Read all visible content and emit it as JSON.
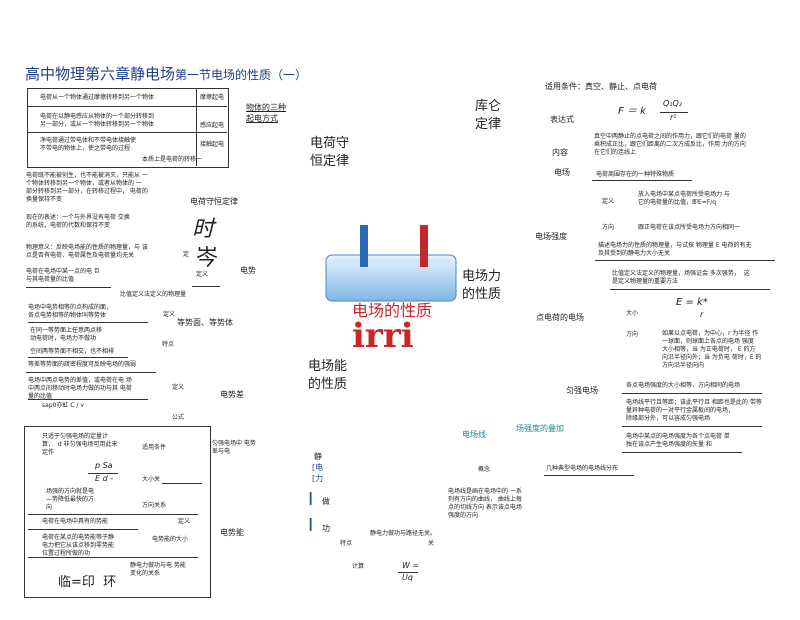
{
  "title": {
    "main": "高中物理第六章静电场",
    "sub": "第一节电场的性质（一）"
  },
  "top_left_box": {
    "rows": [
      {
        "text": "电荷从一个物体通过摩擦转移到另一个物体",
        "right": "摩擦起电"
      },
      {
        "text": "电荷在以静电感应从物体的一个部分转移到\n另一部分，或从一个物体转移到另一个物体",
        "right": "感应起电"
      },
      {
        "text": "净电荷通过带电体和不带电体接触使\n不带电的物体上，使之带电的过程",
        "right": "接触起电"
      }
    ],
    "footer": "本质上是电荷的转移一"
  },
  "ways_label": "物体的三种\n起电方式",
  "conservation_title": "电荷守\n恒定律",
  "conservation_text1": "电荷既不能被创生，也不能被消灭，只能从 一\n个物体转移到另一个物体，或者从物体的 一\n部分转移到另一部分，在转移过程中， 电荷的\n换量保持不变",
  "conservation_text2": "现在的表述：一个与外界没有电荷 交换\n的系统，电荷的代数和保持不变",
  "conservation_branch": "电荷守恒定律",
  "big_char1": "时",
  "big_char2": "岑",
  "potential_energy_text": "物理意义：反映电场能的性质的物理量，与 该\n点是否有电荷、电荷属性及电荷量均无关",
  "potential_def": "电荷在电场中某一点的电 巨\n与其电荷量的比值",
  "ding_label": "定",
  "ding_label2": "定义",
  "dianshi_label": "电势",
  "bizhi_def": "比值定义法定义的物理量",
  "equipotential_text1": "电场中电势相等的点构成的面，\n各点电势相等的物体叫等势体",
  "equipotential_label": "等势面、等势体",
  "equipotential_text2": "在同一等势面上任意两点移\n动电荷时，电场力不做功",
  "equipotential_text3": "空间两等势面不相交，也不相排",
  "equipotential_text4": "等差等势面的疏密程度可反映电场的强弱",
  "tedian": "特点",
  "tedian2": "特点",
  "ding_yi": "定义",
  "potential_diff_text": "电场中两点电势的差值，或电荷在电 场\n中两点间移动时电场力做的功与其 电荷\n量的比值",
  "formula_small": "sap0亦虹 C / v",
  "potential_diff_label": "电势差",
  "gongshi": "公式",
  "left_lower_box": {
    "line1": "只适于匀强电场的定量计\n算，  d 非匀强电场可用此来\n定作",
    "cond": "适用条件",
    "formula1": "p Sa",
    "formula2": "E d -",
    "size": "大小关",
    "line2": "场强的方向就是电\n—势降低最快的方\n向",
    "direction": "方向关系",
    "line3": "电荷在电场中具有的势能",
    "def": "定义",
    "line4": "电荷在某点的电势能等于静\n电力把它从该点移到零势能\n位置过程所做的功",
    "size2": "电势能的大小",
    "line5": "静电力做功与电 势能\n变化的关系",
    "bottom": "临=印  环"
  },
  "uniform_field_relation": "匀强电场中 电势\n差与电",
  "dianshineng": "电势能",
  "center_image": {
    "title": "电场的性质",
    "big": "irri"
  },
  "energy_nature": "电场能\n的性质",
  "force_nature": "电场力\n的性质",
  "coulomb_title": "库仑\n定律",
  "applicable": "适用条件：真空、静止、点电荷",
  "expression_label": "表达式",
  "formula_F": "F ＝ k",
  "formula_F_frac_top": "Q₁Q₂",
  "formula_F_frac_bot": "r²",
  "content_label": "内容",
  "content_text": "真空中两静止的点电荷之间的作用力，跟它们的电荷 量的\n乘积成正比，跟它们距离的二次方成反比，作用 力的方向\n在它们的连线上",
  "field_label": "电场",
  "field_text": "电荷周围存在的一种特殊物质",
  "def_label": "定义",
  "def_text": "放入电场中某点电荷所受电场力 与\n它的电荷量的比值，即E=F/q",
  "field_strength": "电场强度",
  "fangxiang": "方向",
  "direction_text": "跟正电荷在该点所受电场力方向相同一",
  "strength_meaning": "描述电场力的性质的物理量，与试探 物理量 E 电荷的有无\n及其受到的静电力大小无关",
  "bizhi_text": "比值定义法定义的物理量，场强证会 多次强势，  这\n是定义物理量的重要方法",
  "formula_E": "E = k*",
  "formula_E_bot": "r",
  "point_field": "点电荷的电场",
  "daxiao": "大小",
  "fangxiang2": "方向",
  "point_direction": "如果以点电荷，为中心，r 为半径 作\n一球面，则球面上各点的电场 强度\n大小相等，当 为正电荷时， E 的方\n向沿半径向外；当 为负电 荷时，E 的\n方向沿半径向内",
  "uniform_field": "匀强电场",
  "uniform_text1": "各点电场强度的大小相等、方向相同的电场",
  "uniform_text2": "电场线平行且等距；该此平行且 相距也是此的 带等\n量异种电荷的一对平行金属板间的电场，\n除缘部分外，可以容成匀强电场",
  "superposition": "场强度的叠加",
  "superposition_text": "电场中某点的电场强度为各个点电荷 单\n独在该点产生电场强度的矢量 和",
  "field_lines": "电场线",
  "gainian": "概念",
  "typical": "几种典型电场的电场线分布",
  "field_line_text": "电场线是画在电场中的 一系\n列有方向的曲线， 曲线上每\n点的切线方向 表示该点电场\n强度的方向",
  "jing_label": "静",
  "dian_label": "[电\n[力",
  "bracket1": "做",
  "bracket2": "功",
  "work_text": "静电力做功与路径无关。",
  "tedian3": "特点",
  "guan": "关",
  "jisuan": "计算",
  "formula_W": "W =",
  "formula_W_bot": "Uq"
}
